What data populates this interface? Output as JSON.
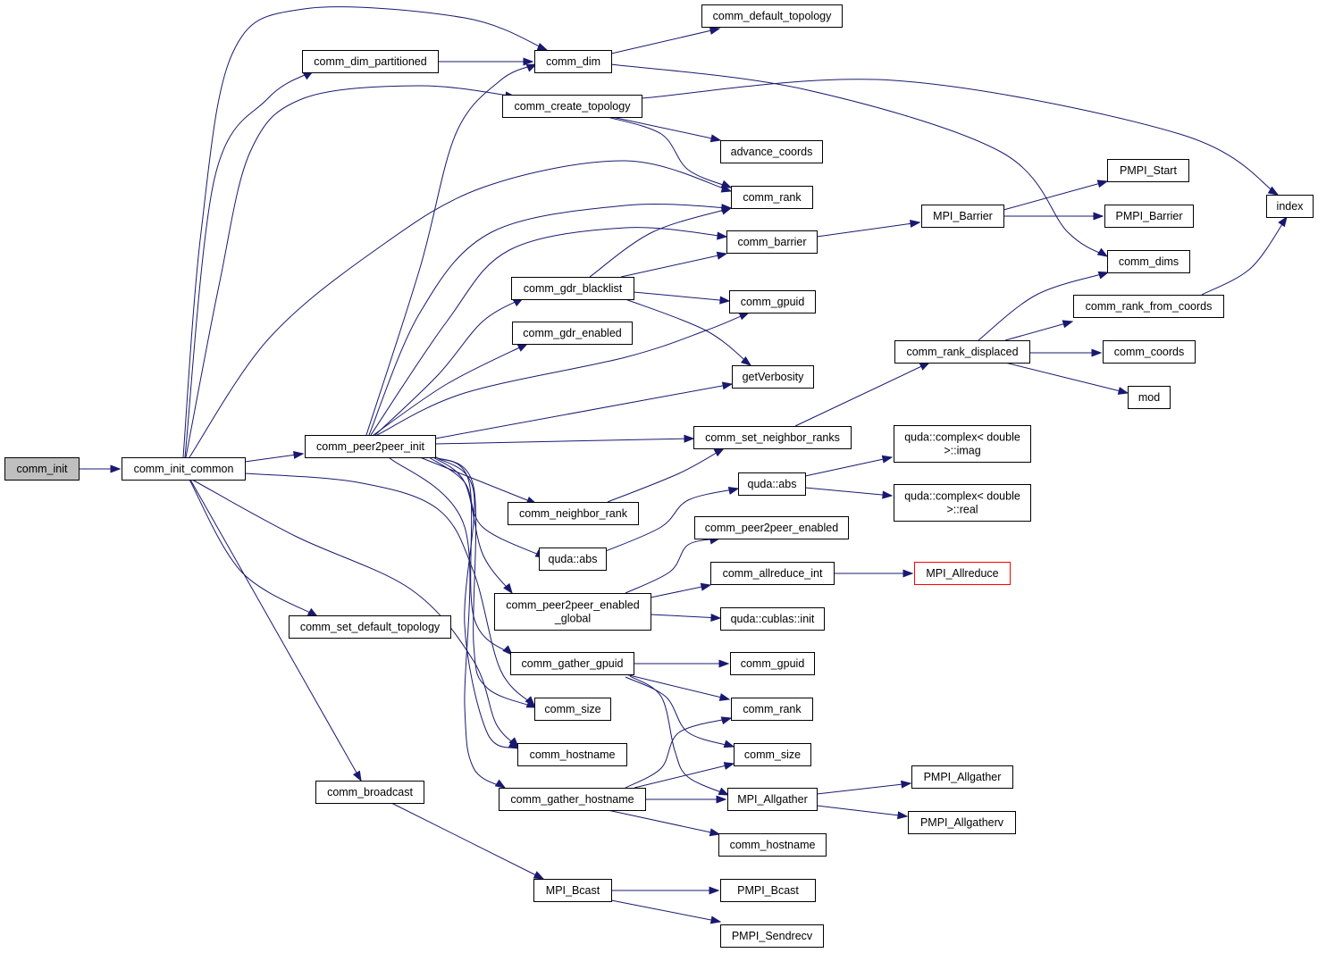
{
  "graph": {
    "edge_color": "#191970",
    "root_fill": "#bfbfbf",
    "external_border": "#ff0000",
    "nodes": [
      {
        "id": "n0",
        "label": [
          "comm_init"
        ],
        "style": "root"
      },
      {
        "id": "n1",
        "label": [
          "comm_init_common"
        ]
      },
      {
        "id": "n2",
        "label": [
          "comm_dim_partitioned"
        ]
      },
      {
        "id": "n3",
        "label": [
          "comm_dim"
        ]
      },
      {
        "id": "n4",
        "label": [
          "comm_default_topology"
        ]
      },
      {
        "id": "n5",
        "label": [
          "comm_create_topology"
        ]
      },
      {
        "id": "n6",
        "label": [
          "index"
        ]
      },
      {
        "id": "n7",
        "label": [
          "advance_coords"
        ]
      },
      {
        "id": "n8",
        "label": [
          "comm_rank"
        ]
      },
      {
        "id": "n9",
        "label": [
          "comm_barrier"
        ]
      },
      {
        "id": "n10",
        "label": [
          "MPI_Barrier"
        ]
      },
      {
        "id": "n11",
        "label": [
          "PMPI_Start"
        ]
      },
      {
        "id": "n12",
        "label": [
          "PMPI_Barrier"
        ]
      },
      {
        "id": "n13",
        "label": [
          "comm_dims"
        ]
      },
      {
        "id": "n14",
        "label": [
          "comm_gdr_blacklist"
        ]
      },
      {
        "id": "n15",
        "label": [
          "comm_gpuid"
        ]
      },
      {
        "id": "n16",
        "label": [
          "comm_gdr_enabled"
        ]
      },
      {
        "id": "n17",
        "label": [
          "getVerbosity"
        ]
      },
      {
        "id": "n18",
        "label": [
          "comm_rank_from_coords"
        ]
      },
      {
        "id": "n19",
        "label": [
          "comm_rank_displaced"
        ]
      },
      {
        "id": "n20",
        "label": [
          "comm_coords"
        ]
      },
      {
        "id": "n21",
        "label": [
          "mod"
        ]
      },
      {
        "id": "n22",
        "label": [
          "comm_peer2peer_init"
        ]
      },
      {
        "id": "n23",
        "label": [
          "comm_set_neighbor_ranks"
        ]
      },
      {
        "id": "n24",
        "label": [
          "quda::complex< double",
          ">::imag"
        ]
      },
      {
        "id": "n25",
        "label": [
          "quda::abs"
        ]
      },
      {
        "id": "n26",
        "label": [
          "quda::complex< double",
          ">::real"
        ]
      },
      {
        "id": "n27",
        "label": [
          "comm_neighbor_rank"
        ]
      },
      {
        "id": "n28",
        "label": [
          "comm_peer2peer_enabled"
        ]
      },
      {
        "id": "n29",
        "label": [
          "quda::abs"
        ]
      },
      {
        "id": "n30",
        "label": [
          "comm_allreduce_int"
        ]
      },
      {
        "id": "n31",
        "label": [
          "MPI_Allreduce"
        ],
        "style": "ext"
      },
      {
        "id": "n32",
        "label": [
          "comm_peer2peer_enabled",
          "_global"
        ]
      },
      {
        "id": "n33",
        "label": [
          "quda::cublas::init"
        ]
      },
      {
        "id": "n34",
        "label": [
          "comm_set_default_topology"
        ]
      },
      {
        "id": "n35",
        "label": [
          "comm_gather_gpuid"
        ]
      },
      {
        "id": "n36",
        "label": [
          "comm_gpuid"
        ]
      },
      {
        "id": "n37",
        "label": [
          "comm_size"
        ]
      },
      {
        "id": "n38",
        "label": [
          "comm_rank"
        ]
      },
      {
        "id": "n39",
        "label": [
          "comm_hostname"
        ]
      },
      {
        "id": "n40",
        "label": [
          "comm_size"
        ]
      },
      {
        "id": "n41",
        "label": [
          "comm_gather_hostname"
        ]
      },
      {
        "id": "n42",
        "label": [
          "MPI_Allgather"
        ]
      },
      {
        "id": "n43",
        "label": [
          "PMPI_Allgather"
        ]
      },
      {
        "id": "n44",
        "label": [
          "comm_broadcast"
        ]
      },
      {
        "id": "n45",
        "label": [
          "PMPI_Allgatherv"
        ]
      },
      {
        "id": "n46",
        "label": [
          "comm_hostname"
        ]
      },
      {
        "id": "n47",
        "label": [
          "MPI_Bcast"
        ]
      },
      {
        "id": "n48",
        "label": [
          "PMPI_Bcast"
        ]
      },
      {
        "id": "n49",
        "label": [
          "PMPI_Sendrecv"
        ]
      }
    ],
    "edges": [
      [
        "n0",
        "n1"
      ],
      [
        "n1",
        "n2"
      ],
      [
        "n1",
        "n3"
      ],
      [
        "n1",
        "n5"
      ],
      [
        "n1",
        "n8"
      ],
      [
        "n1",
        "n22"
      ],
      [
        "n1",
        "n34"
      ],
      [
        "n1",
        "n37"
      ],
      [
        "n1",
        "n39"
      ],
      [
        "n1",
        "n44"
      ],
      [
        "n2",
        "n3"
      ],
      [
        "n3",
        "n4"
      ],
      [
        "n3",
        "n13"
      ],
      [
        "n5",
        "n6"
      ],
      [
        "n5",
        "n7"
      ],
      [
        "n5",
        "n8"
      ],
      [
        "n9",
        "n10"
      ],
      [
        "n10",
        "n11"
      ],
      [
        "n10",
        "n12"
      ],
      [
        "n14",
        "n8"
      ],
      [
        "n14",
        "n9"
      ],
      [
        "n14",
        "n15"
      ],
      [
        "n14",
        "n17"
      ],
      [
        "n18",
        "n6"
      ],
      [
        "n19",
        "n13"
      ],
      [
        "n19",
        "n18"
      ],
      [
        "n19",
        "n20"
      ],
      [
        "n19",
        "n21"
      ],
      [
        "n22",
        "n3"
      ],
      [
        "n22",
        "n8"
      ],
      [
        "n22",
        "n9"
      ],
      [
        "n22",
        "n14"
      ],
      [
        "n22",
        "n15"
      ],
      [
        "n22",
        "n16"
      ],
      [
        "n22",
        "n17"
      ],
      [
        "n22",
        "n23"
      ],
      [
        "n22",
        "n27"
      ],
      [
        "n22",
        "n29"
      ],
      [
        "n22",
        "n32"
      ],
      [
        "n22",
        "n35"
      ],
      [
        "n22",
        "n37"
      ],
      [
        "n22",
        "n39"
      ],
      [
        "n22",
        "n41"
      ],
      [
        "n23",
        "n19"
      ],
      [
        "n25",
        "n24"
      ],
      [
        "n25",
        "n26"
      ],
      [
        "n27",
        "n23"
      ],
      [
        "n29",
        "n25"
      ],
      [
        "n30",
        "n31"
      ],
      [
        "n32",
        "n28"
      ],
      [
        "n32",
        "n30"
      ],
      [
        "n32",
        "n33"
      ],
      [
        "n35",
        "n36"
      ],
      [
        "n35",
        "n38"
      ],
      [
        "n35",
        "n40"
      ],
      [
        "n35",
        "n42"
      ],
      [
        "n41",
        "n38"
      ],
      [
        "n41",
        "n40"
      ],
      [
        "n41",
        "n42"
      ],
      [
        "n41",
        "n46"
      ],
      [
        "n42",
        "n43"
      ],
      [
        "n42",
        "n45"
      ],
      [
        "n44",
        "n47"
      ],
      [
        "n47",
        "n48"
      ],
      [
        "n47",
        "n49"
      ]
    ]
  }
}
